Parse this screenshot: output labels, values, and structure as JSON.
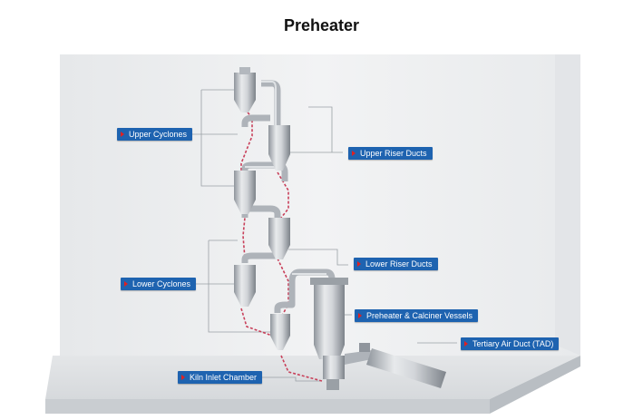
{
  "title": "Preheater",
  "watermark": "",
  "labels": {
    "upper_cyclones": "Upper Cyclones",
    "upper_riser_ducts": "Upper Riser Ducts",
    "lower_riser_ducts": "Lower Riser Ducts",
    "lower_cyclones": "Lower Cyclones",
    "calciner_vessels": "Preheater & Calciner Vessels",
    "tertiary_air_duct": "Tertiary Air Duct (TAD)",
    "kiln_inlet_chamber": "Kiln Inlet Chamber"
  },
  "colors": {
    "label_bg": "#1e63b0",
    "label_arrow": "#e02020",
    "pipe": "#b8bcc2",
    "wall": "#eceef0",
    "floor": "#dfe2e5",
    "material_flow": "#c8405a"
  }
}
